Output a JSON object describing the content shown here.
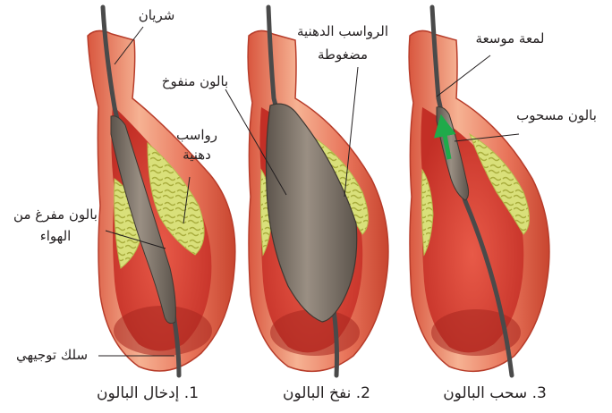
{
  "colors": {
    "artery_outer": "#e8745a",
    "artery_highlight": "#f6b293",
    "artery_inner": "#c8362c",
    "lumen": "#e0463a",
    "plaque": "#d9e07a",
    "plaque_dark": "#a9ae3e",
    "balloon": "#8a7f74",
    "balloon_dark": "#5c544c",
    "wire": "#4a4a4a",
    "arrow": "#1faa4a"
  },
  "labels": {
    "artery": "شريان",
    "plaque": "رواسب دهنية",
    "deflated_balloon": "بالون مفرغ من الهواء",
    "guide_wire": "سلك توجيهي",
    "inflated_balloon": "بالون منفوخ",
    "compressed_plaque": "الرواسب الدهنية مضغوطة",
    "widened_lumen": "لمعة موسعة",
    "withdrawn_balloon": "بالون مسحوب"
  },
  "steps": [
    {
      "number": "1.",
      "caption": "إدخال البالون"
    },
    {
      "number": "2.",
      "caption": "نفخ البالون"
    },
    {
      "number": "3.",
      "caption": "سحب البالون"
    }
  ]
}
